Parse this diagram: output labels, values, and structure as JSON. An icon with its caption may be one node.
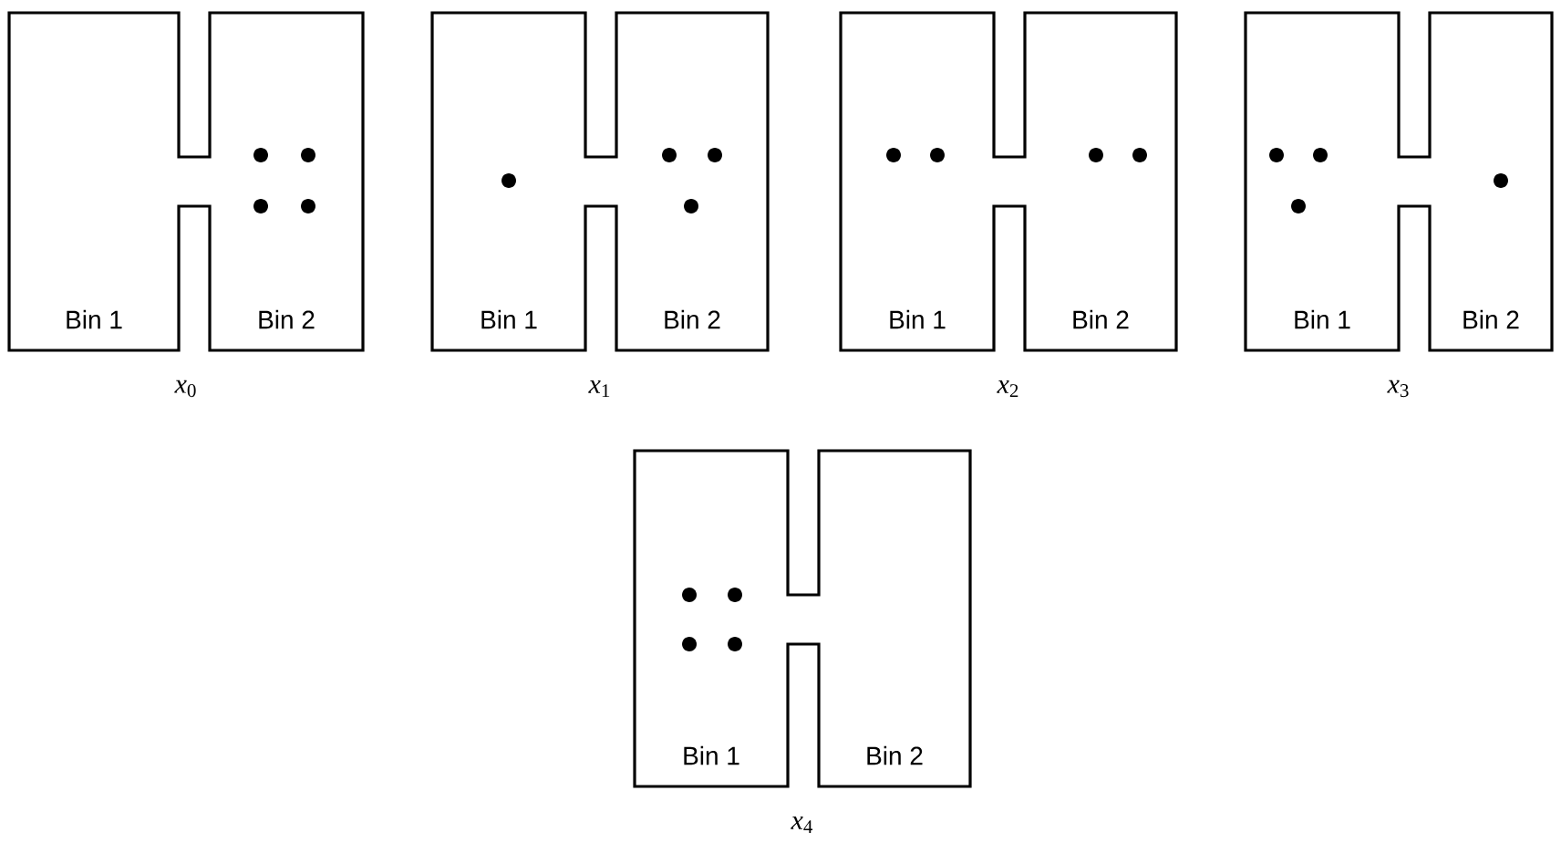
{
  "diagram": {
    "nodes": [
      {
        "text": [
          "Bin 1",
          "Bin 2"
        ],
        "beside": [
          "*x*$_{0}$"
        ]
      },
      {
        "text": [
          "Bin 1",
          "Bin 2"
        ],
        "beside": [
          "*x*$_{1}$"
        ]
      },
      {
        "text": [
          "Bin 1",
          "Bin 2"
        ],
        "beside": [
          "*x*$_{2}$"
        ]
      },
      {
        "text": [
          "Bin 1",
          "Bin 2"
        ],
        "beside": [
          "*x*$_{3}$"
        ]
      },
      {
        "text": [
          "Bin 1",
          "Bin 2"
        ],
        "beside": [
          "*x*$_{4}$"
        ]
      }
    ]
  }
}
